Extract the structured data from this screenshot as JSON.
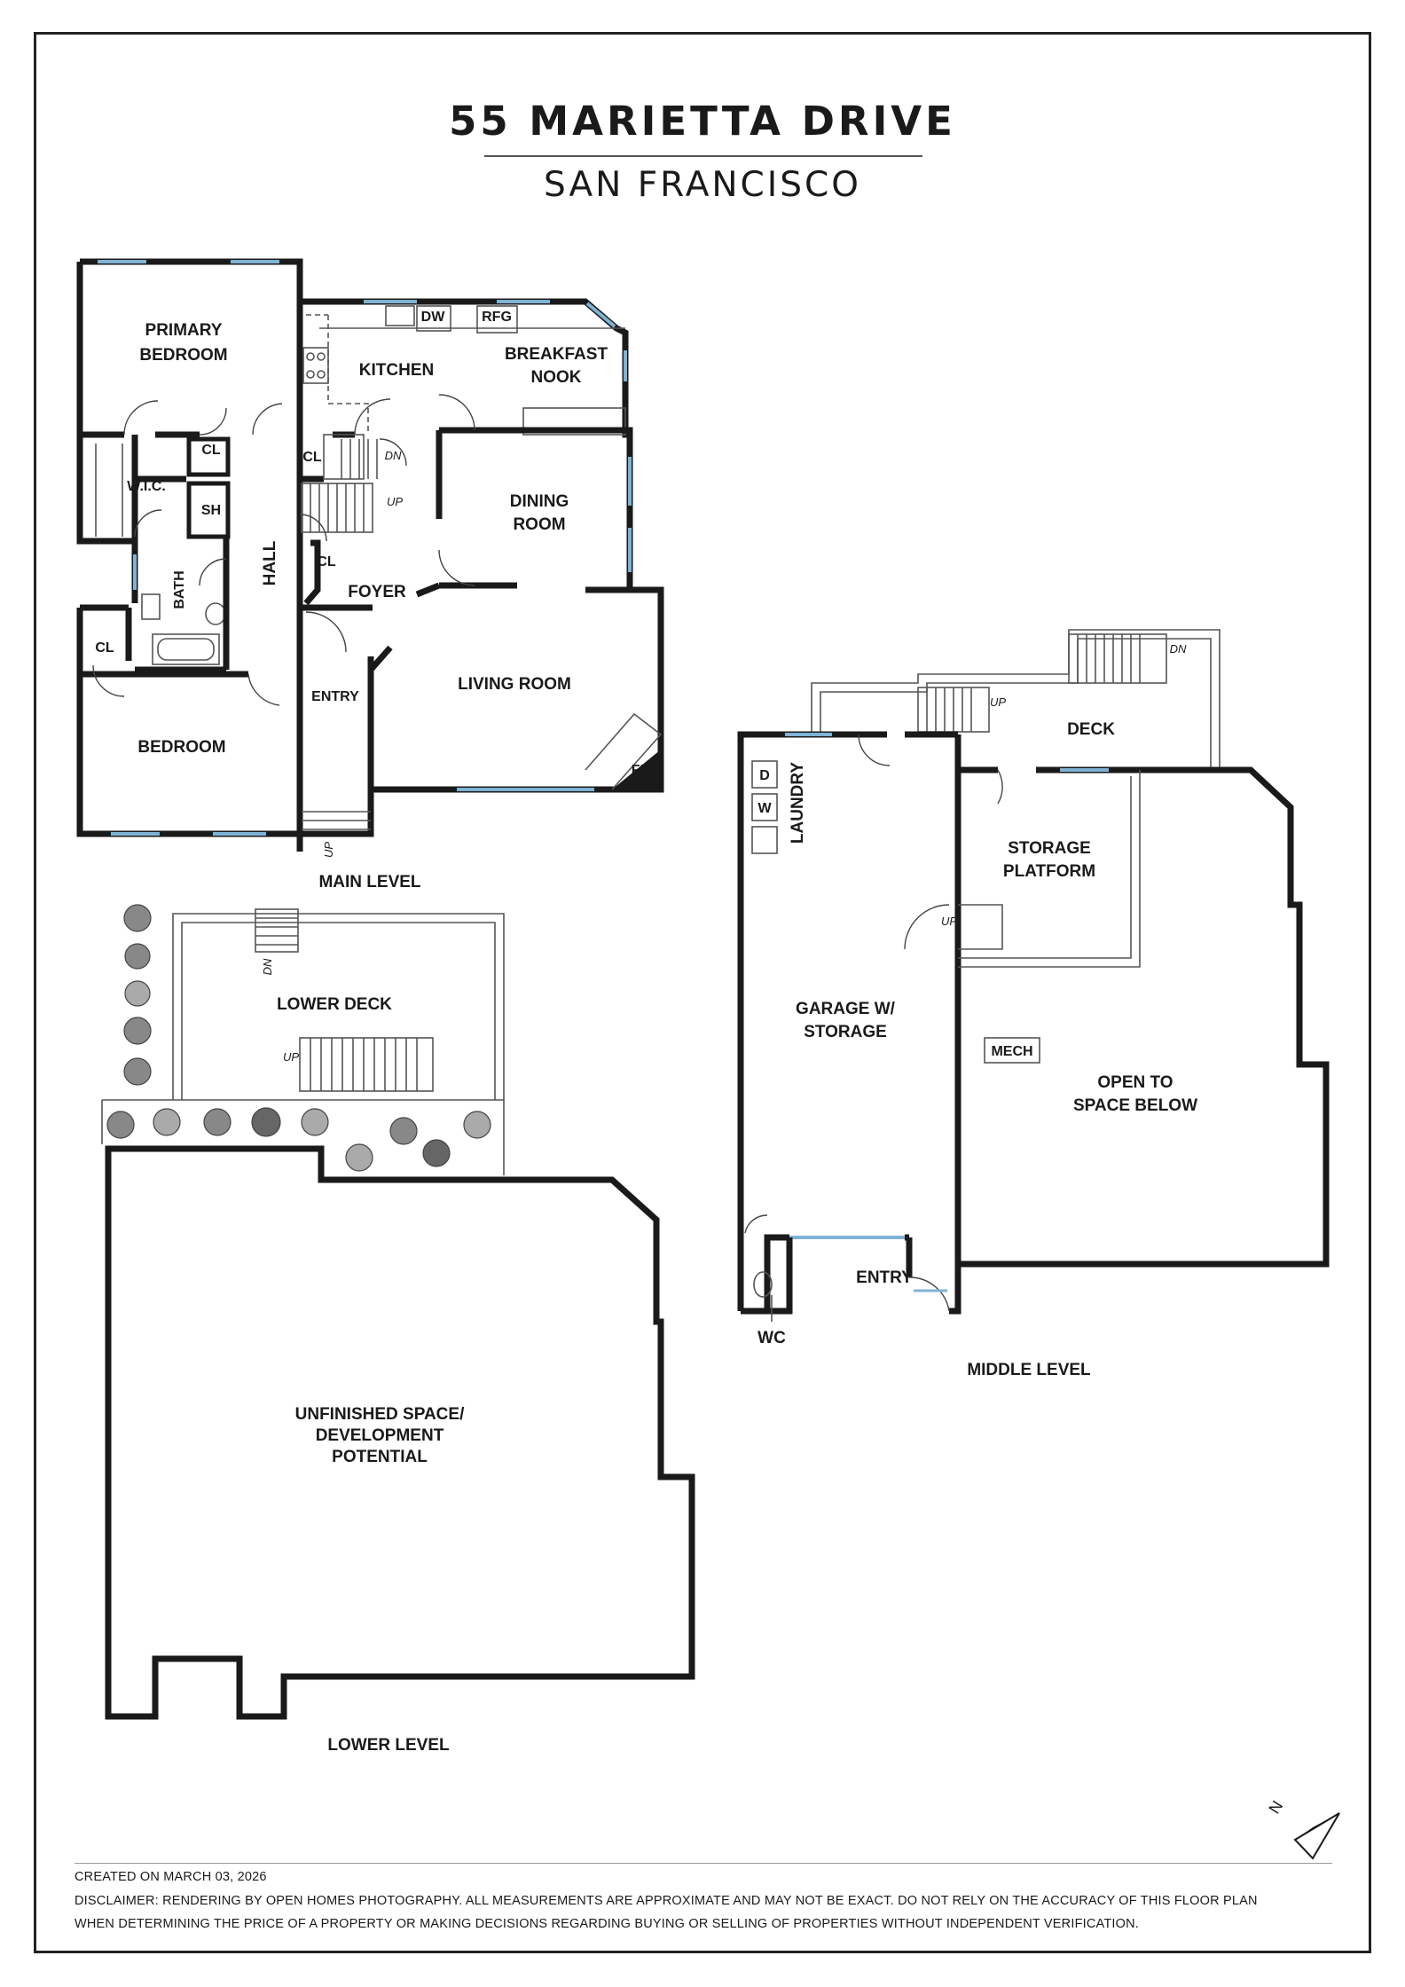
{
  "header": {
    "title": "55 MARIETTA DRIVE",
    "subtitle": "SAN FRANCISCO"
  },
  "levels": {
    "main": "MAIN LEVEL",
    "middle": "MIDDLE LEVEL",
    "lower": "LOWER LEVEL"
  },
  "rooms": {
    "primary_bedroom_1": "PRIMARY",
    "primary_bedroom_2": "BEDROOM",
    "kitchen": "KITCHEN",
    "breakfast_1": "BREAKFAST",
    "breakfast_2": "NOOK",
    "dw": "DW",
    "rfg": "RFG",
    "wic": "W.I.C.",
    "cl": "CL",
    "sh": "SH",
    "bath": "BATH",
    "hall": "HALL",
    "foyer": "FOYER",
    "dining_1": "DINING",
    "dining_2": "ROOM",
    "living": "LIVING ROOM",
    "fp": "FP",
    "bedroom": "BEDROOM",
    "entry": "ENTRY",
    "dn": "DN",
    "up": "UP",
    "deck": "DECK",
    "laundry": "LAUNDRY",
    "d": "D",
    "w": "W",
    "storage_1": "STORAGE",
    "storage_2": "PLATFORM",
    "garage_1": "GARAGE W/",
    "garage_2": "STORAGE",
    "mech": "MECH",
    "open_1": "OPEN TO",
    "open_2": "SPACE BELOW",
    "wc": "WC",
    "lower_deck": "LOWER DECK",
    "unfinished_1": "UNFINISHED SPACE/",
    "unfinished_2": "DEVELOPMENT",
    "unfinished_3": "POTENTIAL",
    "north": "N"
  },
  "footer": {
    "created": "CREATED ON MARCH 03, 2026",
    "disclaimer_1": "DISCLAIMER: RENDERING BY OPEN HOMES PHOTOGRAPHY. ALL MEASUREMENTS ARE APPROXIMATE AND MAY NOT BE EXACT. DO NOT RELY ON THE ACCURACY OF THIS FLOOR PLAN",
    "disclaimer_2": "WHEN DETERMINING THE PRICE OF A PROPERTY OR MAKING DECISIONS REGARDING BUYING OR SELLING OF PROPERTIES WITHOUT INDEPENDENT VERIFICATION."
  },
  "colors": {
    "wall": "#1a1a1a",
    "window": "#7fb3d5",
    "frame": "#222222"
  }
}
